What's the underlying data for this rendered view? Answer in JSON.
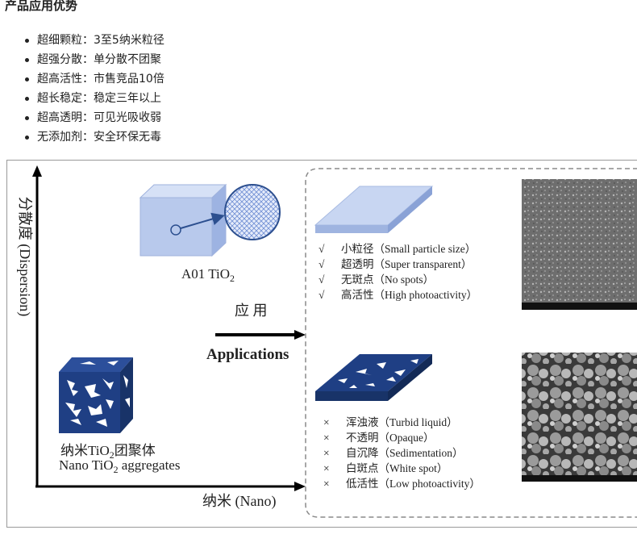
{
  "heading": "产品应用优势",
  "features": [
    "超细颗粒：3至5纳米粒径",
    "超强分散：单分散不团聚",
    "超高活性：市售竞品10倍",
    "超长稳定：稳定三年以上",
    "超高透明：可见光吸收弱",
    "无添加剂：安全环保无毒"
  ],
  "diagram": {
    "y_axis_label": "分散度 (Dispersion)",
    "x_axis_label": "纳米 (Nano)",
    "a01_label_main": "A01 TiO",
    "a01_label_sub": "2",
    "aggregate_label_cn_pre": "纳米TiO",
    "aggregate_label_cn_sub": "2",
    "aggregate_label_cn_post": "团聚体",
    "aggregate_label_en_pre": "Nano TiO",
    "aggregate_label_en_sub": "2",
    "aggregate_label_en_post": " aggregates",
    "arrow_label_cn": "应 用",
    "arrow_label_en": "Applications",
    "good_mark": "√",
    "bad_mark": "×",
    "good_items": [
      "小粒径（Small particle size）",
      "超透明（Super transparent）",
      "无斑点（No spots）",
      "高活性（High photoactivity）"
    ],
    "bad_items": [
      "浑浊液（Turbid liquid）",
      "不透明（Opaque）",
      "自沉降（Sedimentation）",
      "白斑点（White spot）",
      "低活性（Low photoactivity）"
    ],
    "colors": {
      "light_blue": "#b8c9ec",
      "dark_blue": "#1f3f84",
      "arrow": "#2c4f8f",
      "dashed_border": "#8a8a8a",
      "sem_gray": "#7d7d7d"
    }
  }
}
